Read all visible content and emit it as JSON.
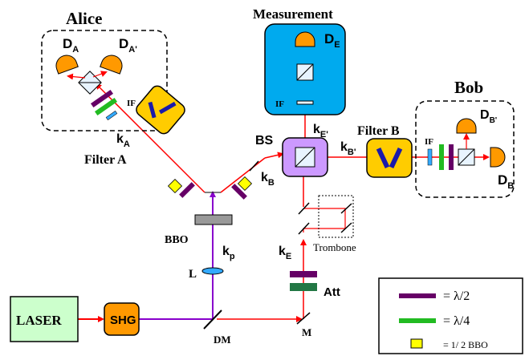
{
  "labels": {
    "alice": "Alice",
    "bob": "Bob",
    "measurement": "Measurement",
    "filter_a": "Filter A",
    "filter_b": "Filter B",
    "bs": "BS",
    "bbo": "BBO",
    "laser": "LASER",
    "shg": "SHG",
    "dm": "DM",
    "m": "M",
    "l": "L",
    "att": "Att",
    "trombone": "Trombone",
    "if": "IF"
  },
  "detectors": {
    "da": {
      "main": "D",
      "sub": "A"
    },
    "da_prime": {
      "main": "D",
      "sub": "A'"
    },
    "de": {
      "main": "D",
      "sub": "E"
    },
    "db": {
      "main": "D",
      "sub": "B"
    },
    "db_prime": {
      "main": "D",
      "sub": "B'"
    }
  },
  "wavevectors": {
    "ka": {
      "main": "k",
      "sub": "A"
    },
    "kb": {
      "main": "k",
      "sub": "B"
    },
    "kb_prime": {
      "main": "k",
      "sub": "B'"
    },
    "ke": {
      "main": "k",
      "sub": "E"
    },
    "ke_prime": {
      "main": "k",
      "sub": "E'"
    },
    "kp": {
      "main": "k",
      "sub": "p"
    }
  },
  "legend": {
    "half_wave": "= λ/2",
    "quarter_wave": "= λ/4",
    "half_bbo": "= 1/ 2 BBO"
  },
  "colors": {
    "beam_red": "#ff0000",
    "pump_purple": "#8800cc",
    "laser_fill": "#ccffcc",
    "shg_fill": "#ff9900",
    "filter_fill": "#ffcc00",
    "measurement_fill": "#00aaee",
    "bs_fill": "#cc99ff",
    "detector_fill": "#ff9900",
    "waveplate_half": "#660066",
    "waveplate_quarter": "#22bb22",
    "half_bbo_fill": "#ffff00",
    "if_fill": "#33aaff",
    "att_fill": "#227744"
  }
}
